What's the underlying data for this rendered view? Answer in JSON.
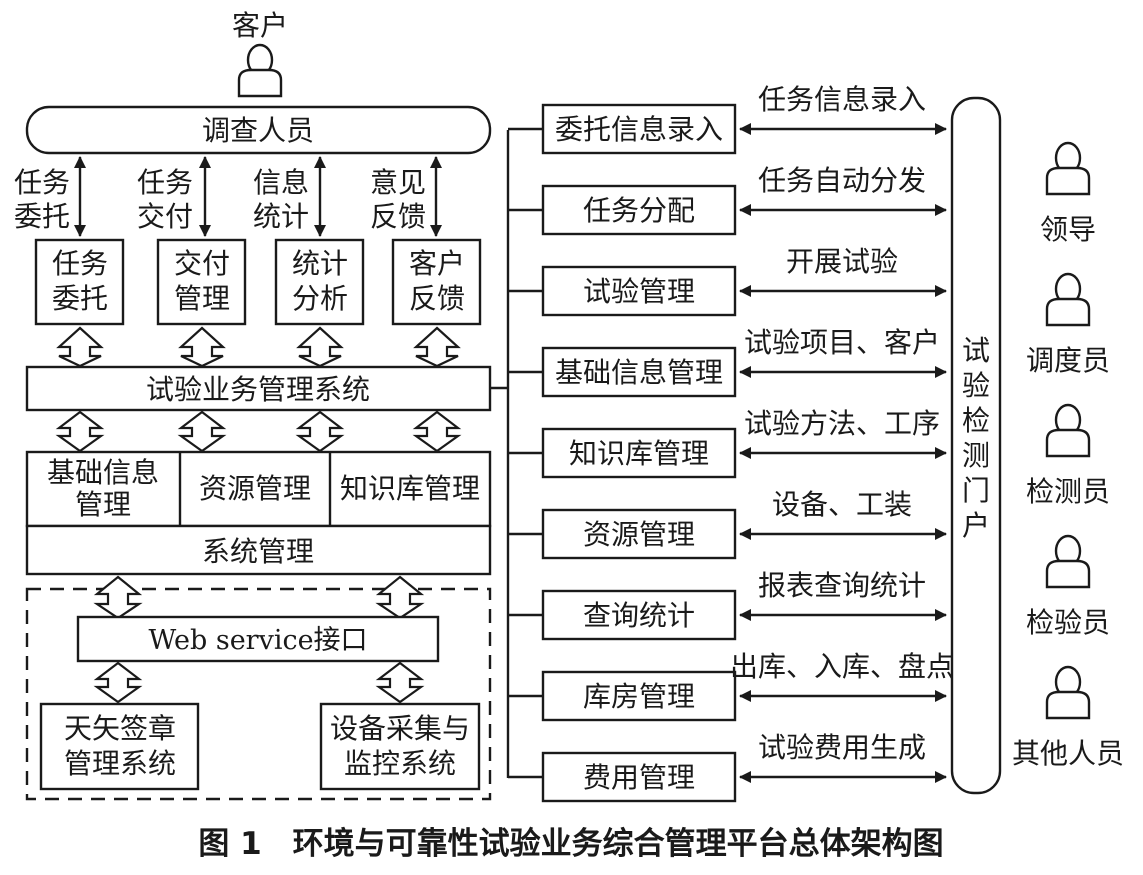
{
  "customer_label": "客户",
  "investigator_bar": "调查人员",
  "flows_up": [
    {
      "line1": "任务",
      "line2": "委托"
    },
    {
      "line1": "任务",
      "line2": "交付"
    },
    {
      "line1": "信息",
      "line2": "统计"
    },
    {
      "line1": "意见",
      "line2": "反馈"
    }
  ],
  "modules_top": [
    {
      "line1": "任务",
      "line2": "委托"
    },
    {
      "line1": "交付",
      "line2": "管理"
    },
    {
      "line1": "统计",
      "line2": "分析"
    },
    {
      "line1": "客户",
      "line2": "反馈"
    }
  ],
  "business_system": "试验业务管理系统",
  "sub_modules": {
    "basic_line1": "基础信息",
    "basic_line2": "管理",
    "resource": "资源管理",
    "knowledge": "知识库管理"
  },
  "system_management": "系统管理",
  "web_service": "Web service接口",
  "external_systems": [
    {
      "line1": "天矢签章",
      "line2": "管理系统"
    },
    {
      "line1": "设备采集与",
      "line2": "监控系统"
    }
  ],
  "right_modules": [
    {
      "name": "委托信息录入",
      "flow": "任务信息录入"
    },
    {
      "name": "任务分配",
      "flow": "任务自动分发"
    },
    {
      "name": "试验管理",
      "flow": "开展试验"
    },
    {
      "name": "基础信息管理",
      "flow": "试验项目、客户"
    },
    {
      "name": "知识库管理",
      "flow": "试验方法、工序"
    },
    {
      "name": "资源管理",
      "flow": "设备、工装"
    },
    {
      "name": "查询统计",
      "flow": "报表查询统计"
    },
    {
      "name": "库房管理",
      "flow": "出库、入库、盘点"
    },
    {
      "name": "费用管理",
      "flow": "试验费用生成"
    }
  ],
  "portal": [
    "试",
    "验",
    "检",
    "测",
    "门",
    "户"
  ],
  "roles": [
    "领导",
    "调度员",
    "检测员",
    "检验员",
    "其他人员"
  ],
  "caption": "图 1　环境与可靠性试验业务综合管理平台总体架构图"
}
